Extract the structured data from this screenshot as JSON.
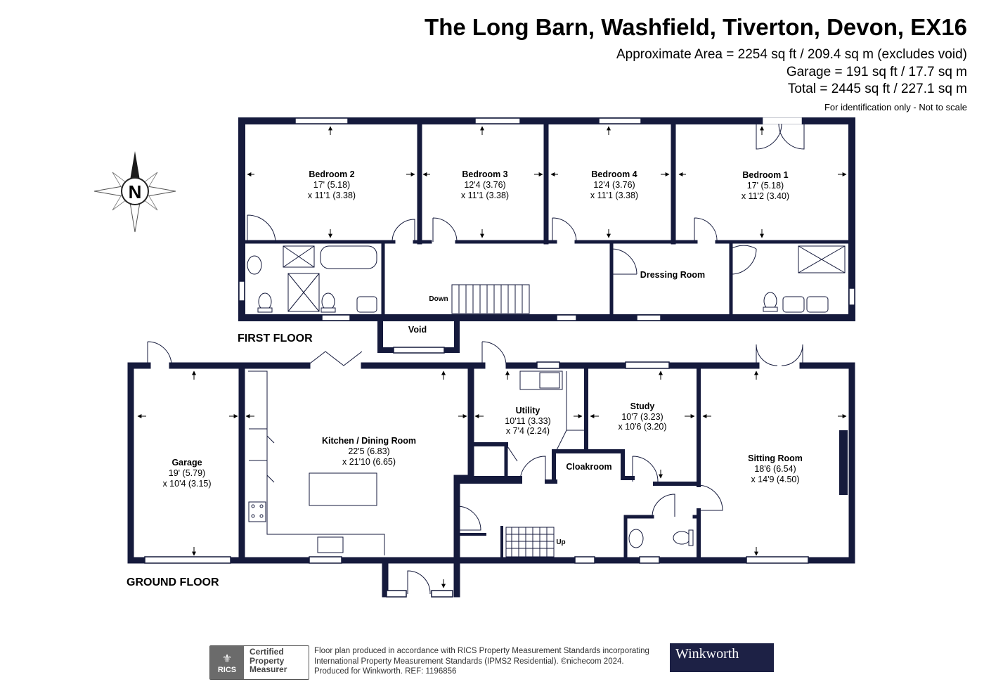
{
  "header": {
    "title": "The Long Barn, Washfield, Tiverton, Devon, EX16",
    "area_lines": [
      "Approximate Area = 2254 sq ft / 209.4 sq m (excludes void)",
      "Garage = 191 sq ft / 17.7 sq m",
      "Total = 2445 sq ft / 227.1 sq m"
    ],
    "note": "For identification only - Not to scale"
  },
  "compass": {
    "label": "N"
  },
  "floors": {
    "first": "FIRST FLOOR",
    "ground": "GROUND FLOOR"
  },
  "rooms": {
    "bedroom2": {
      "name": "Bedroom 2",
      "dim1": "17' (5.18)",
      "dim2": "x 11'1 (3.38)"
    },
    "bedroom3": {
      "name": "Bedroom 3",
      "dim1": "12'4 (3.76)",
      "dim2": "x 11'1 (3.38)"
    },
    "bedroom4": {
      "name": "Bedroom 4",
      "dim1": "12'4 (3.76)",
      "dim2": "x 11'1 (3.38)"
    },
    "bedroom1": {
      "name": "Bedroom 1",
      "dim1": "17' (5.18)",
      "dim2": "x 11'2 (3.40)"
    },
    "dressing": {
      "name": "Dressing Room"
    },
    "void": {
      "name": "Void"
    },
    "garage": {
      "name": "Garage",
      "dim1": "19' (5.79)",
      "dim2": "x 10'4 (3.15)"
    },
    "kitchen": {
      "name": "Kitchen / Dining Room",
      "dim1": "22'5 (6.83)",
      "dim2": "x 21'10 (6.65)"
    },
    "utility": {
      "name": "Utility",
      "dim1": "10'11 (3.33)",
      "dim2": "x 7'4 (2.24)"
    },
    "study": {
      "name": "Study",
      "dim1": "10'7 (3.23)",
      "dim2": "x 10'6 (3.20)"
    },
    "cloakroom": {
      "name": "Cloakroom"
    },
    "sitting": {
      "name": "Sitting Room",
      "dim1": "18'6 (6.54)",
      "dim2": "x 14'9 (4.50)"
    }
  },
  "stairs": {
    "down": "Down",
    "up": "Up"
  },
  "footer": {
    "rics_logo": "RICS",
    "rics_lines": [
      "Certified",
      "Property",
      "Measurer"
    ],
    "text_lines": [
      "Floor plan produced in accordance with RICS Property Measurement Standards incorporating",
      "International Property Measurement Standards (IPMS2 Residential). ©nichecom 2024.",
      "Produced for Winkworth.   REF: 1196856"
    ],
    "brand": "Winkworth"
  },
  "colors": {
    "wall": "#151a3c",
    "text": "#000000",
    "brand_bg": "#1d2145"
  }
}
